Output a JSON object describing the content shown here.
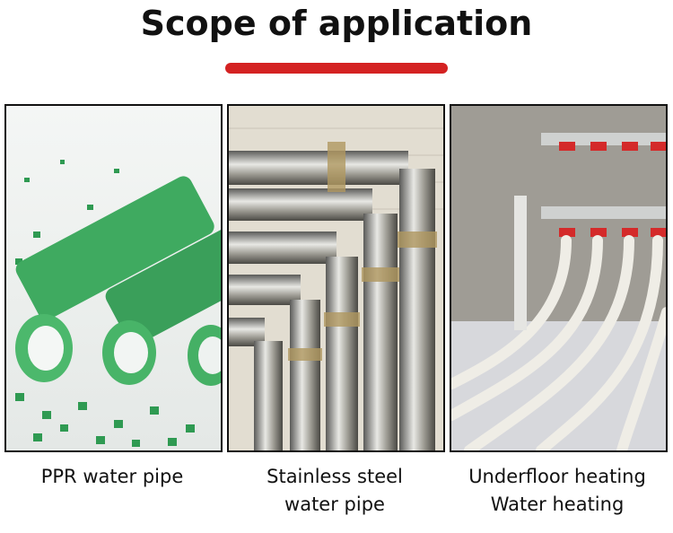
{
  "header": {
    "title": "Scope of application"
  },
  "accent_color": "#d42222",
  "items": [
    {
      "caption_line1": "PPR water pipe",
      "caption_line2": ""
    },
    {
      "caption_line1": "Stainless steel",
      "caption_line2": "water pipe"
    },
    {
      "caption_line1": "Underfloor heating",
      "caption_line2": "Water heating"
    }
  ]
}
